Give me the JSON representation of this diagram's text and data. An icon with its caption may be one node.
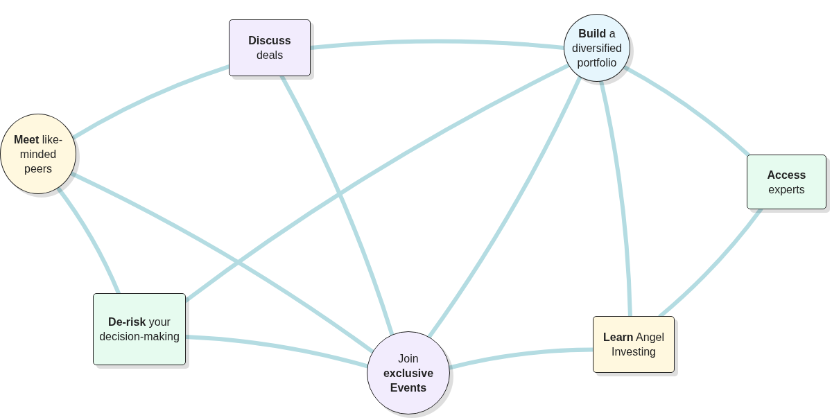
{
  "diagram": {
    "nodes": [
      {
        "text": [
          "**Meet** like-minded peers"
        ]
      },
      {
        "text": [
          "**Discuss** deals"
        ]
      },
      {
        "text": [
          "**Build** a diversified portfolio"
        ]
      },
      {
        "text": [
          "**Access** experts"
        ]
      },
      {
        "text": [
          "**De-risk** your decision-making"
        ]
      },
      {
        "text": [
          "Join **exclusive Events**"
        ]
      },
      {
        "text": [
          "**Learn** Angel Investing"
        ]
      }
    ],
    "edges": [
      {
        "from": 0,
        "to": 1,
        "arrow": "none"
      },
      {
        "from": 1,
        "to": 2,
        "arrow": "none"
      },
      {
        "from": 1,
        "to": 5,
        "arrow": "none"
      },
      {
        "from": 0,
        "to": 5,
        "arrow": "none"
      },
      {
        "from": 0,
        "to": 4,
        "arrow": "none"
      },
      {
        "from": 4,
        "to": 2,
        "arrow": "none"
      },
      {
        "from": 2,
        "to": 5,
        "arrow": "none"
      },
      {
        "from": 2,
        "to": 6,
        "arrow": "none"
      },
      {
        "from": 2,
        "to": 3,
        "arrow": "none"
      },
      {
        "from": 3,
        "to": 6,
        "arrow": "none"
      },
      {
        "from": 4,
        "to": 5,
        "arrow": "none"
      },
      {
        "from": 5,
        "to": 6,
        "arrow": "none"
      }
    ]
  }
}
